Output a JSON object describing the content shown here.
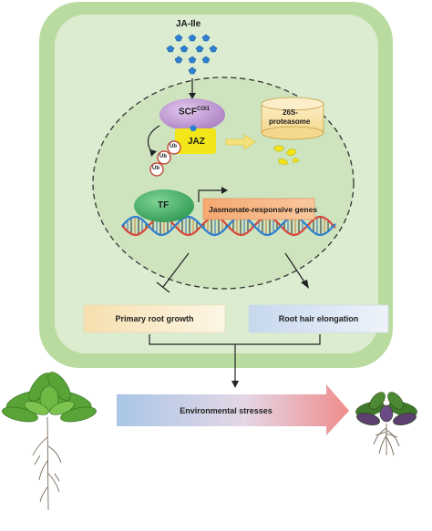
{
  "ligand": {
    "label": "JA-Ile"
  },
  "complex": {
    "scf_base": "SCF",
    "scf_sup": "COI1",
    "jaz": "JAZ"
  },
  "ubiquitin": [
    "Ub",
    "Ub",
    "Ub"
  ],
  "proteasome": {
    "line1": "26S-",
    "line2": "proteasome"
  },
  "tf": {
    "label": "TF"
  },
  "genes": {
    "label": "Jasmonate-responsive genes"
  },
  "outcomes": {
    "primary_root": "Primary root growth",
    "root_hair": "Root hair elongation"
  },
  "stress": {
    "label": "Environmental stresses"
  },
  "colors": {
    "cell_outer": "#b9dba0",
    "cell_inner": "#dbecd0",
    "nucleus": "#cde4bf",
    "scf": "#c9a4d8",
    "jaz": "#f2e61a",
    "proteasome": "#f9e7b8",
    "tf": "#4cb86a",
    "genes": "#f4b183",
    "ligand": "#2f7fd0"
  }
}
